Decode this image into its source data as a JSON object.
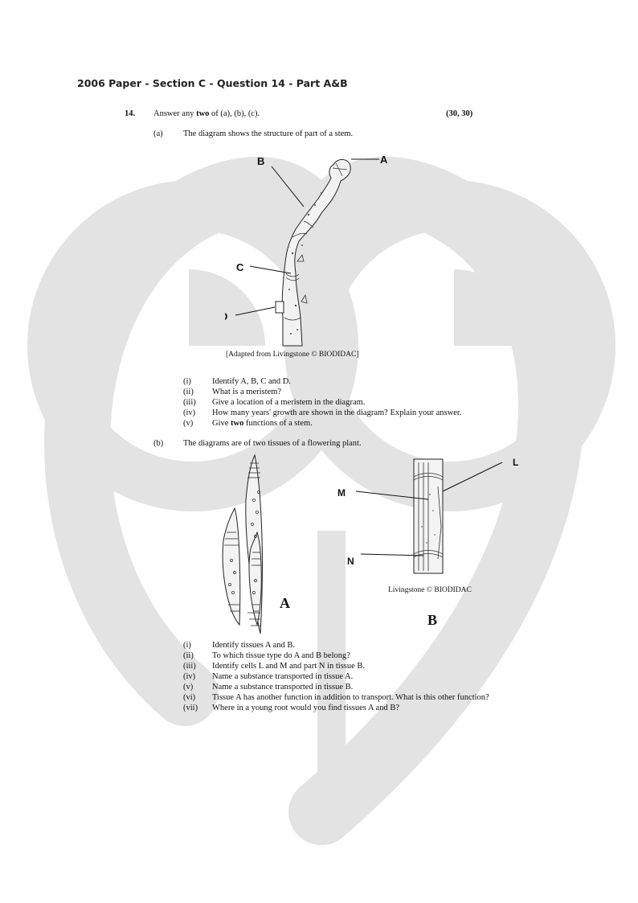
{
  "heading": "2006 Paper - Section C - Question 14 - Part A&B",
  "question": {
    "number": "14.",
    "instruction_pre": "Answer any ",
    "instruction_bold": "two",
    "instruction_post": " of (a), (b), (c).",
    "marks": "(30, 30)"
  },
  "part_a": {
    "label": "(a)",
    "intro": "The diagram shows the structure of part of a stem.",
    "diagram_labels": {
      "A": "A",
      "B": "B",
      "C": "C",
      "D": "D"
    },
    "caption": "[Adapted from Livingstone © BIODIDAC]",
    "items": [
      {
        "num": "(i)",
        "text": "Identify A, B, C and D."
      },
      {
        "num": "(ii)",
        "text": "What is a meristem?"
      },
      {
        "num": "(iii)",
        "text": "Give a location of a meristem in the diagram."
      },
      {
        "num": "(iv)",
        "text": "How many years' growth are shown in the diagram?  Explain your answer."
      },
      {
        "num": "(v)",
        "text_pre": "Give ",
        "text_bold": "two",
        "text_post": " functions of a stem."
      }
    ]
  },
  "part_b": {
    "label": "(b)",
    "intro": "The diagrams are of two tissues of a flowering plant.",
    "diagram_labels": {
      "A": "A",
      "B": "B",
      "L": "L",
      "M": "M",
      "N": "N"
    },
    "caption": "Livingstone © BIODIDAC",
    "items": [
      {
        "num": "(i)",
        "text": "Identify tissues A and B."
      },
      {
        "num": "(ii)",
        "text": "To which tissue type do A and B belong?"
      },
      {
        "num": "(iii)",
        "text": "Identify cells L and M and part N in tissue B."
      },
      {
        "num": "(iv)",
        "text": "Name a substance transported in tissue A."
      },
      {
        "num": "(v)",
        "text": "Name a substance transported in tissue B."
      },
      {
        "num": "(vi)",
        "text": "Tissue A has another function in addition to transport.  What is this other function?"
      },
      {
        "num": "(vii)",
        "text": "Where in a young root would you find tissues A and B?"
      }
    ]
  },
  "colors": {
    "watermark": "#e3e3e3",
    "ink": "#111111"
  }
}
